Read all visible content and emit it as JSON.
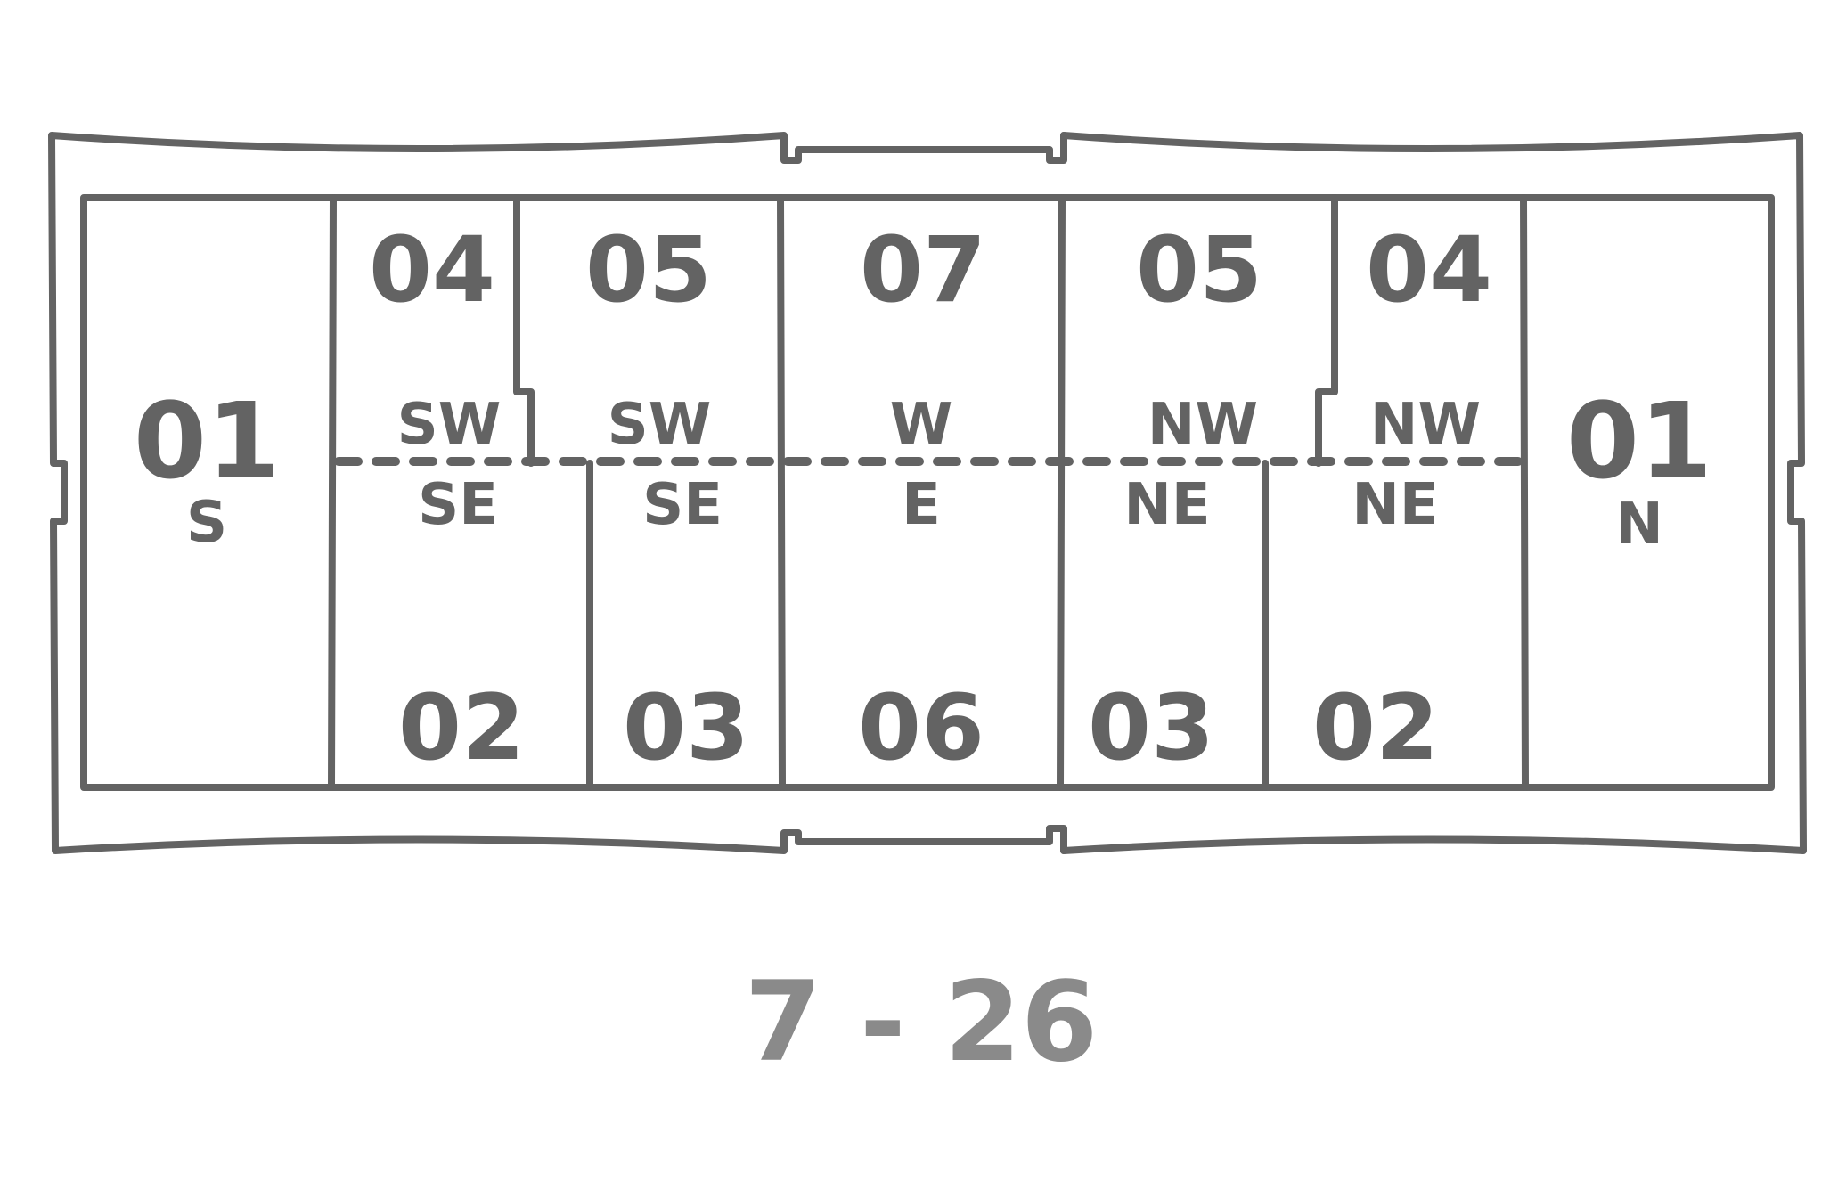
{
  "figure_label": "7 - 26",
  "sections": {
    "left_end": {
      "number": "01",
      "direction": "S"
    },
    "left_top_a": {
      "number": "04"
    },
    "left_top_b": {
      "number": "05"
    },
    "center_top": {
      "number": "07"
    },
    "right_top_a": {
      "number": "05"
    },
    "right_top_b": {
      "number": "04"
    },
    "right_end": {
      "number": "01",
      "direction": "N"
    },
    "left_bottom_a": {
      "number": "02"
    },
    "left_bottom_b": {
      "number": "03"
    },
    "center_bottom": {
      "number": "06"
    },
    "right_bottom_a": {
      "number": "03"
    },
    "right_bottom_b": {
      "number": "02"
    }
  },
  "direction_labels": {
    "sw_1": "SW",
    "se_1": "SE",
    "sw_2": "SW",
    "se_2": "SE",
    "w": "W",
    "e": "E",
    "nw_1": "NW",
    "ne_1": "NE",
    "nw_2": "NW",
    "ne_2": "NE"
  },
  "colors": {
    "line": "#636363",
    "caption": "#8a8a8a",
    "background": "#ffffff"
  }
}
